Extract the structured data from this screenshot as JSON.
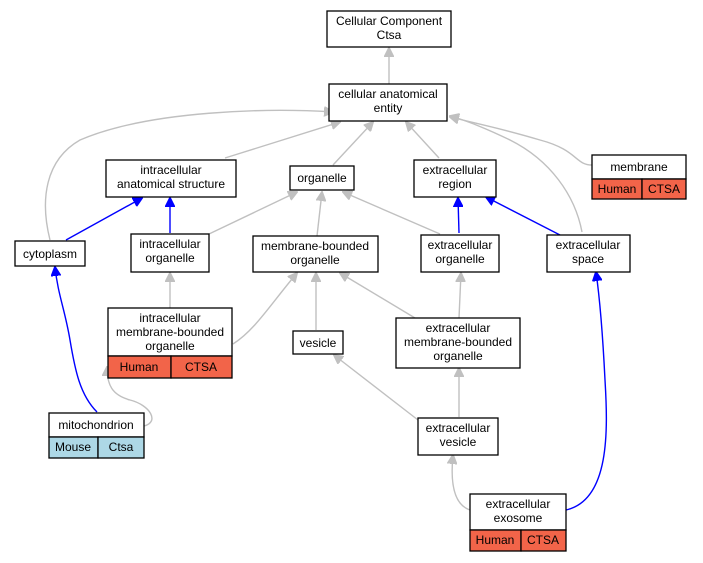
{
  "nodes": {
    "root": {
      "line1": "Cellular Component",
      "line2": "Ctsa"
    },
    "cae": {
      "line1": "cellular anatomical",
      "line2": "entity"
    },
    "ias": {
      "line1": "intracellular",
      "line2": "anatomical structure"
    },
    "organelle": {
      "line1": "organelle"
    },
    "ecr": {
      "line1": "extracellular",
      "line2": "region"
    },
    "membrane": {
      "line1": "membrane"
    },
    "cytoplasm": {
      "line1": "cytoplasm"
    },
    "io": {
      "line1": "intracellular",
      "line2": "organelle"
    },
    "mbo": {
      "line1": "membrane-bounded",
      "line2": "organelle"
    },
    "eco": {
      "line1": "extracellular",
      "line2": "organelle"
    },
    "ecs": {
      "line1": "extracellular",
      "line2": "space"
    },
    "imbo": {
      "line1": "intracellular",
      "line2": "membrane-bounded",
      "line3": "organelle"
    },
    "vesicle": {
      "line1": "vesicle"
    },
    "embo": {
      "line1": "extracellular",
      "line2": "membrane-bounded",
      "line3": "organelle"
    },
    "mito": {
      "line1": "mitochondrion"
    },
    "ecv": {
      "line1": "extracellular",
      "line2": "vesicle"
    },
    "exo": {
      "line1": "extracellular",
      "line2": "exosome"
    }
  },
  "tags": {
    "membrane": {
      "species": "Human",
      "gene": "CTSA"
    },
    "imbo": {
      "species": "Human",
      "gene": "CTSA"
    },
    "mito": {
      "species": "Mouse",
      "gene": "Ctsa"
    },
    "exo": {
      "species": "Human",
      "gene": "CTSA"
    }
  },
  "colors": {
    "human": "#f26449",
    "mouse": "#add8e6",
    "is_a_edge": "#c0c0c0",
    "part_of_edge": "#0000ff"
  }
}
